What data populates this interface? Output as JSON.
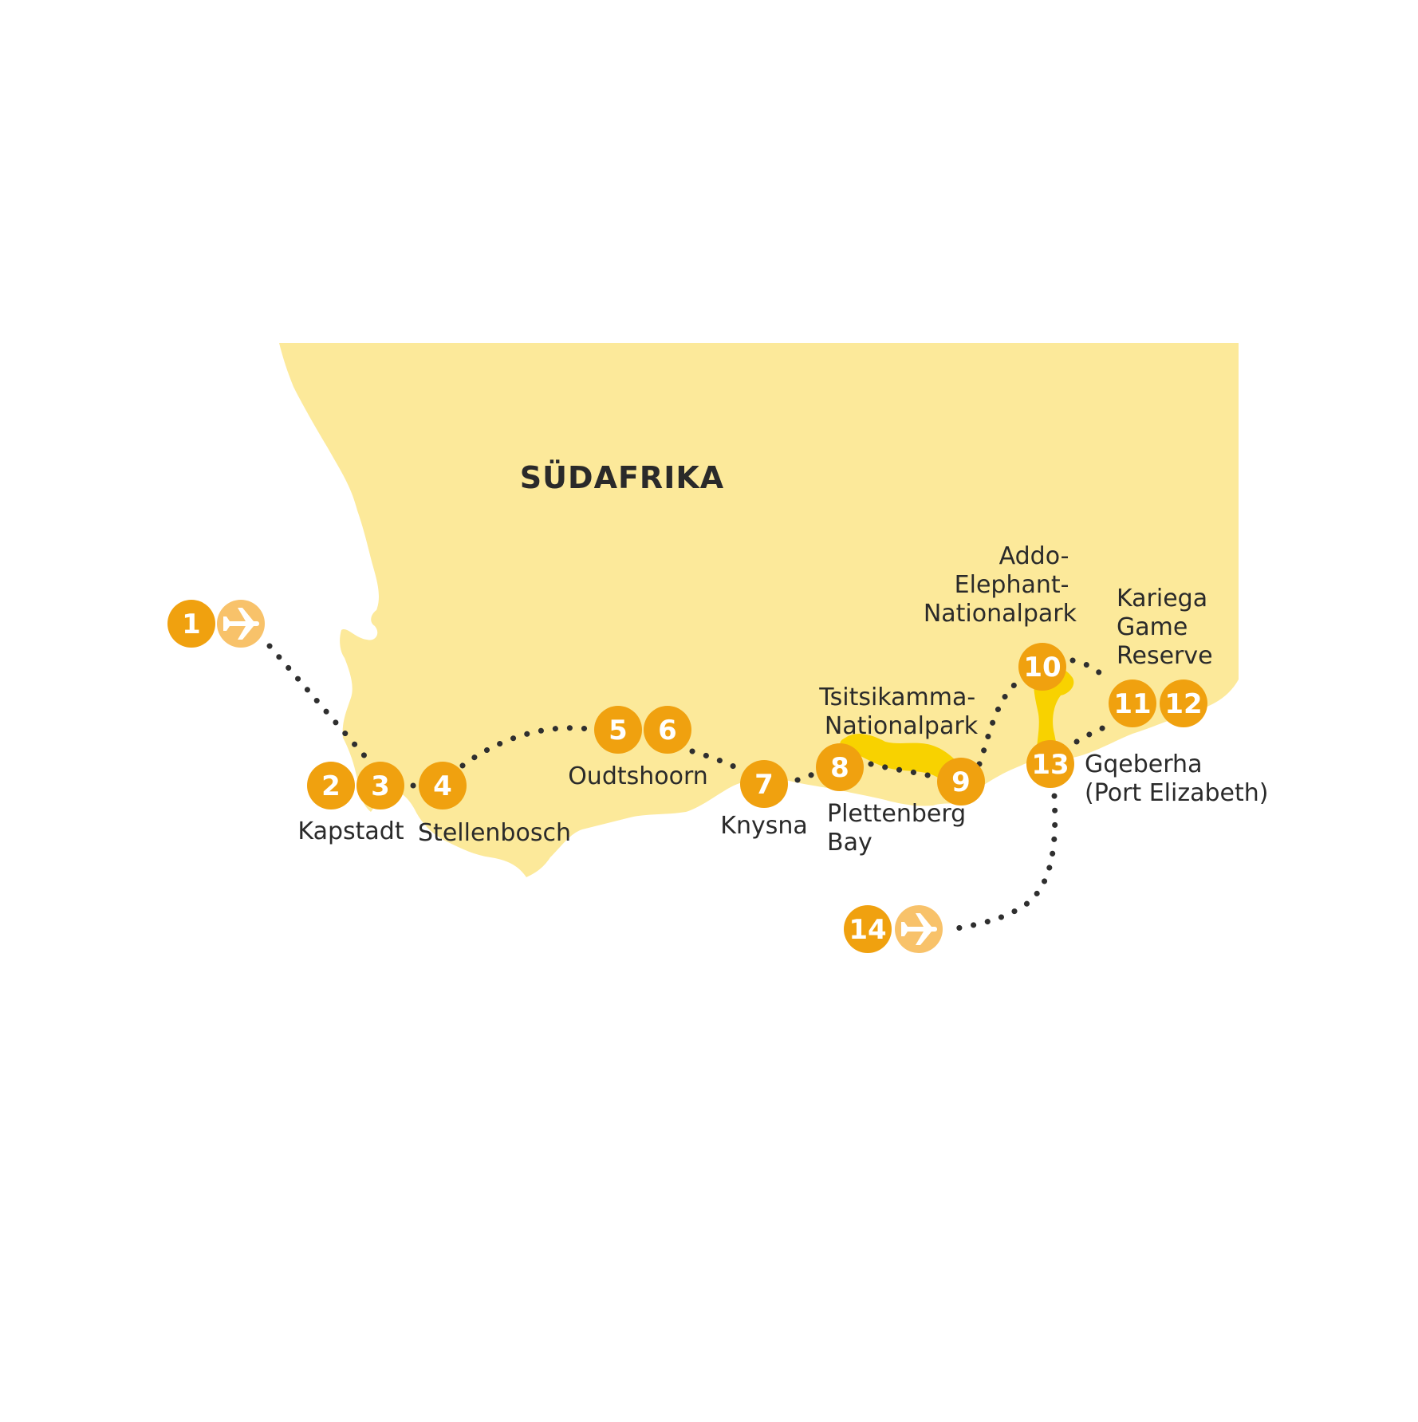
{
  "map": {
    "country": "SÜDAFRIKA",
    "colors": {
      "land": "#fce99a",
      "marker": "#f0a10f",
      "plane_marker": "#f8c26a",
      "park": "#f8d200",
      "route": "#2f2f2f",
      "text": "#2a2a2a"
    },
    "stops": [
      {
        "number": "1",
        "icon": "plane-icon"
      },
      {
        "number": "2"
      },
      {
        "number": "3"
      },
      {
        "number": "4"
      },
      {
        "number": "5"
      },
      {
        "number": "6"
      },
      {
        "number": "7"
      },
      {
        "number": "8"
      },
      {
        "number": "9"
      },
      {
        "number": "10"
      },
      {
        "number": "11"
      },
      {
        "number": "12"
      },
      {
        "number": "13"
      },
      {
        "number": "14",
        "icon": "plane-icon"
      }
    ],
    "places": {
      "kapstadt": "Kapstadt",
      "stellenbosch": "Stellenbosch",
      "oudtshoorn": "Oudtshoorn",
      "knysna": "Knysna",
      "plettenberg": [
        "Plettenberg",
        "Bay"
      ],
      "tsitsikamma": [
        "Tsitsikamma-",
        "Nationalpark"
      ],
      "addo": [
        "Addo-",
        "Elephant-",
        "Nationalpark"
      ],
      "kariega": [
        "Kariega",
        "Game",
        "Reserve"
      ],
      "gqeberha": [
        "Gqeberha",
        "(Port Elizabeth)"
      ]
    }
  }
}
